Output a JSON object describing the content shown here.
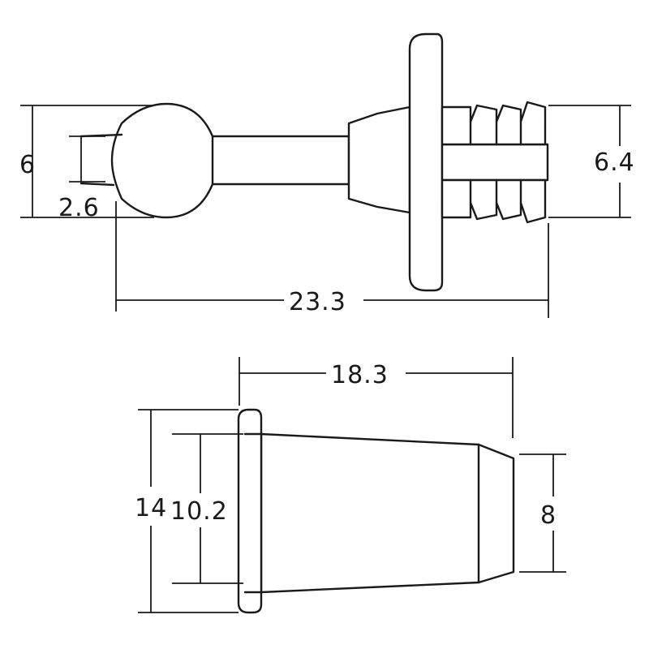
{
  "dimensions": {
    "top_view": {
      "ball_height": "6",
      "neck_diameter": "2.6",
      "overall_length": "23.3",
      "barb_diameter": "6.4"
    },
    "bottom_view": {
      "length": "18.3",
      "flange_height": "14",
      "flange_inner": "10.2",
      "tip_diameter": "8"
    }
  },
  "colors": {
    "line": "#1a1a1a",
    "background": "#ffffff"
  }
}
